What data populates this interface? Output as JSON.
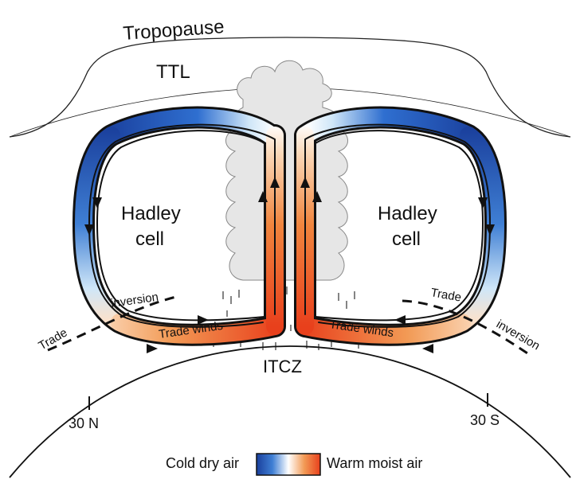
{
  "labels": {
    "tropopause": "Tropopause",
    "ttl": "TTL",
    "hadley_left_1": "Hadley",
    "hadley_left_2": "cell",
    "hadley_right_1": "Hadley",
    "hadley_right_2": "cell",
    "inversion_left": "inversion",
    "inversion_right": "inversion",
    "trade_left": "Trade",
    "trade_right": "Trade",
    "trade_winds_left": "Trade winds",
    "trade_winds_right": "Trade winds",
    "itcz": "ITCZ",
    "lat_north": "30 N",
    "lat_south": "30 S"
  },
  "legend": {
    "cold": "Cold dry air",
    "warm": "Warm moist air"
  },
  "colors": {
    "cold": "#1a3f9c",
    "mid": "#ffffff",
    "warm": "#e8401c",
    "cloud": "#e6e6e6"
  }
}
